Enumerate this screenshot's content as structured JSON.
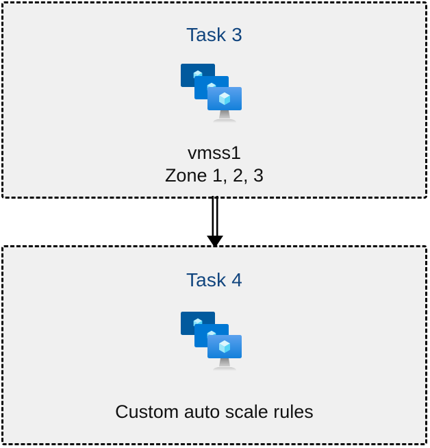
{
  "diagram": {
    "type": "flow",
    "background_color": "#ffffff",
    "box_fill_color": "#f0f0f0",
    "box_border_color": "#000000",
    "box_border_style": "dashed",
    "title_color": "#11457e",
    "caption_color": "#111111",
    "connector": {
      "name": "double-line-arrow-down",
      "from": "task-3",
      "to": "task-4",
      "color": "#000000"
    },
    "nodes": [
      {
        "id": "task-3",
        "title": "Task 3",
        "icon": "azure-vm-scale-set-icon",
        "caption_lines": [
          "vmss1",
          "Zone 1, 2, 3"
        ]
      },
      {
        "id": "task-4",
        "title": "Task 4",
        "icon": "azure-vm-scale-set-icon",
        "caption_lines": [
          "Custom auto scale rules"
        ]
      }
    ]
  },
  "icon_colors": {
    "monitor_back": "#015A9E",
    "monitor_mid": "#0078D4",
    "monitor_front_top": "#5BA2EE",
    "monitor_front_bottom": "#1380DA",
    "cube_light": "#C3F1FD",
    "cube_mid": "#86E0F7",
    "cube_dark": "#32C5F4",
    "stand_dark": "#8A8A8A",
    "stand_light": "#D6D6D6"
  }
}
